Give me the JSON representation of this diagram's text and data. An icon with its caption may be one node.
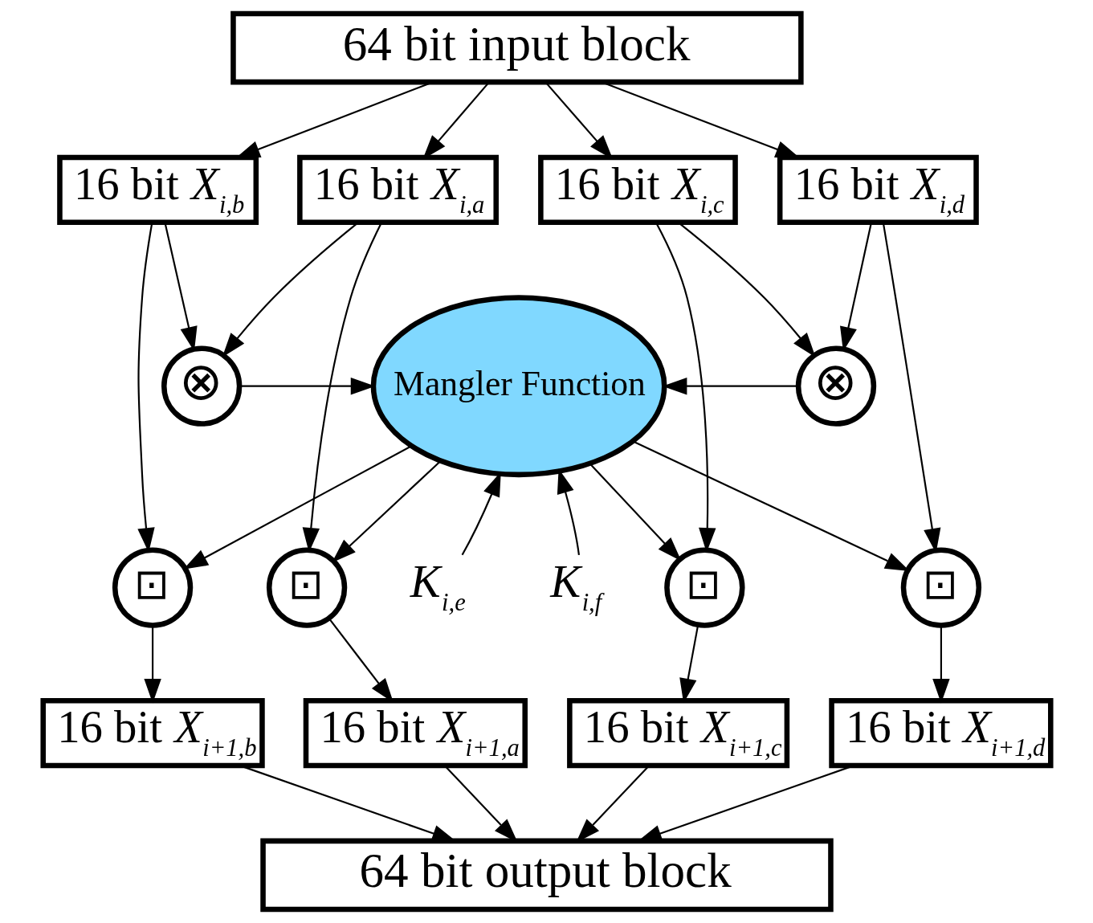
{
  "diagram": {
    "nodes": [
      {
        "text": [
          "64 bit input block"
        ]
      },
      {
        "text": [
          "16 bit *X*$_{i,a}$"
        ]
      },
      {
        "text": [
          "16 bit *X*$_{i,b}$"
        ]
      },
      {
        "text": [
          "16 bit *X*$_{i,c}$"
        ]
      },
      {
        "text": [
          "16 bit *X*$_{i,d}$"
        ]
      },
      {
        "text": [
          "⊗"
        ]
      },
      {
        "text": [
          "Mangler Function"
        ]
      },
      {
        "text": [
          "⊗"
        ]
      },
      {
        "text": [
          "⊡"
        ]
      },
      {
        "text": [
          "⊡"
        ]
      },
      {
        "text": [
          "⊡"
        ]
      },
      {
        "text": [
          "⊡"
        ]
      },
      {
        "text": [
          "*K*$_{i,e}$"
        ]
      },
      {
        "text": [
          "*K*$_{i,f}$"
        ]
      },
      {
        "text": [
          "16 bit *X*$_{i+1,a}$"
        ]
      },
      {
        "text": [
          "16 bit *X*$_{i+1,b}$"
        ]
      },
      {
        "text": [
          "16 bit *X*$_{i+1,c}$"
        ]
      },
      {
        "text": [
          "16 bit *X*$_{i+1,d}$"
        ]
      },
      {
        "text": [
          "64 bit output block"
        ]
      }
    ],
    "edges": [
      {
        "from": 0,
        "to": 1,
        "arrow": "to"
      },
      {
        "from": 0,
        "to": 2,
        "arrow": "to"
      },
      {
        "from": 0,
        "to": 3,
        "arrow": "to"
      },
      {
        "from": 0,
        "to": 4,
        "arrow": "to"
      },
      {
        "from": 1,
        "to": 5,
        "arrow": "to"
      },
      {
        "from": 2,
        "to": 5,
        "arrow": "to"
      },
      {
        "from": 3,
        "to": 7,
        "arrow": "to"
      },
      {
        "from": 4,
        "to": 7,
        "arrow": "to"
      },
      {
        "from": 5,
        "to": 6,
        "arrow": "to"
      },
      {
        "from": 7,
        "to": 6,
        "arrow": "to"
      },
      {
        "from": 1,
        "to": 8,
        "arrow": "to"
      },
      {
        "from": 2,
        "to": 9,
        "arrow": "to"
      },
      {
        "from": 3,
        "to": 10,
        "arrow": "to"
      },
      {
        "from": 4,
        "to": 11,
        "arrow": "to"
      },
      {
        "from": 6,
        "to": 8,
        "arrow": "to"
      },
      {
        "from": 6,
        "to": 9,
        "arrow": "to"
      },
      {
        "from": 6,
        "to": 10,
        "arrow": "to"
      },
      {
        "from": 6,
        "to": 11,
        "arrow": "to"
      },
      {
        "from": 12,
        "to": 6,
        "arrow": "to"
      },
      {
        "from": 13,
        "to": 6,
        "arrow": "to"
      },
      {
        "from": 8,
        "to": 14,
        "arrow": "to"
      },
      {
        "from": 9,
        "to": 15,
        "arrow": "to"
      },
      {
        "from": 10,
        "to": 16,
        "arrow": "to"
      },
      {
        "from": 11,
        "to": 17,
        "arrow": "to"
      },
      {
        "from": 14,
        "to": 18,
        "arrow": "to"
      },
      {
        "from": 15,
        "to": 18,
        "arrow": "to"
      },
      {
        "from": 16,
        "to": 18,
        "arrow": "to"
      },
      {
        "from": 17,
        "to": 18,
        "arrow": "to"
      }
    ]
  }
}
